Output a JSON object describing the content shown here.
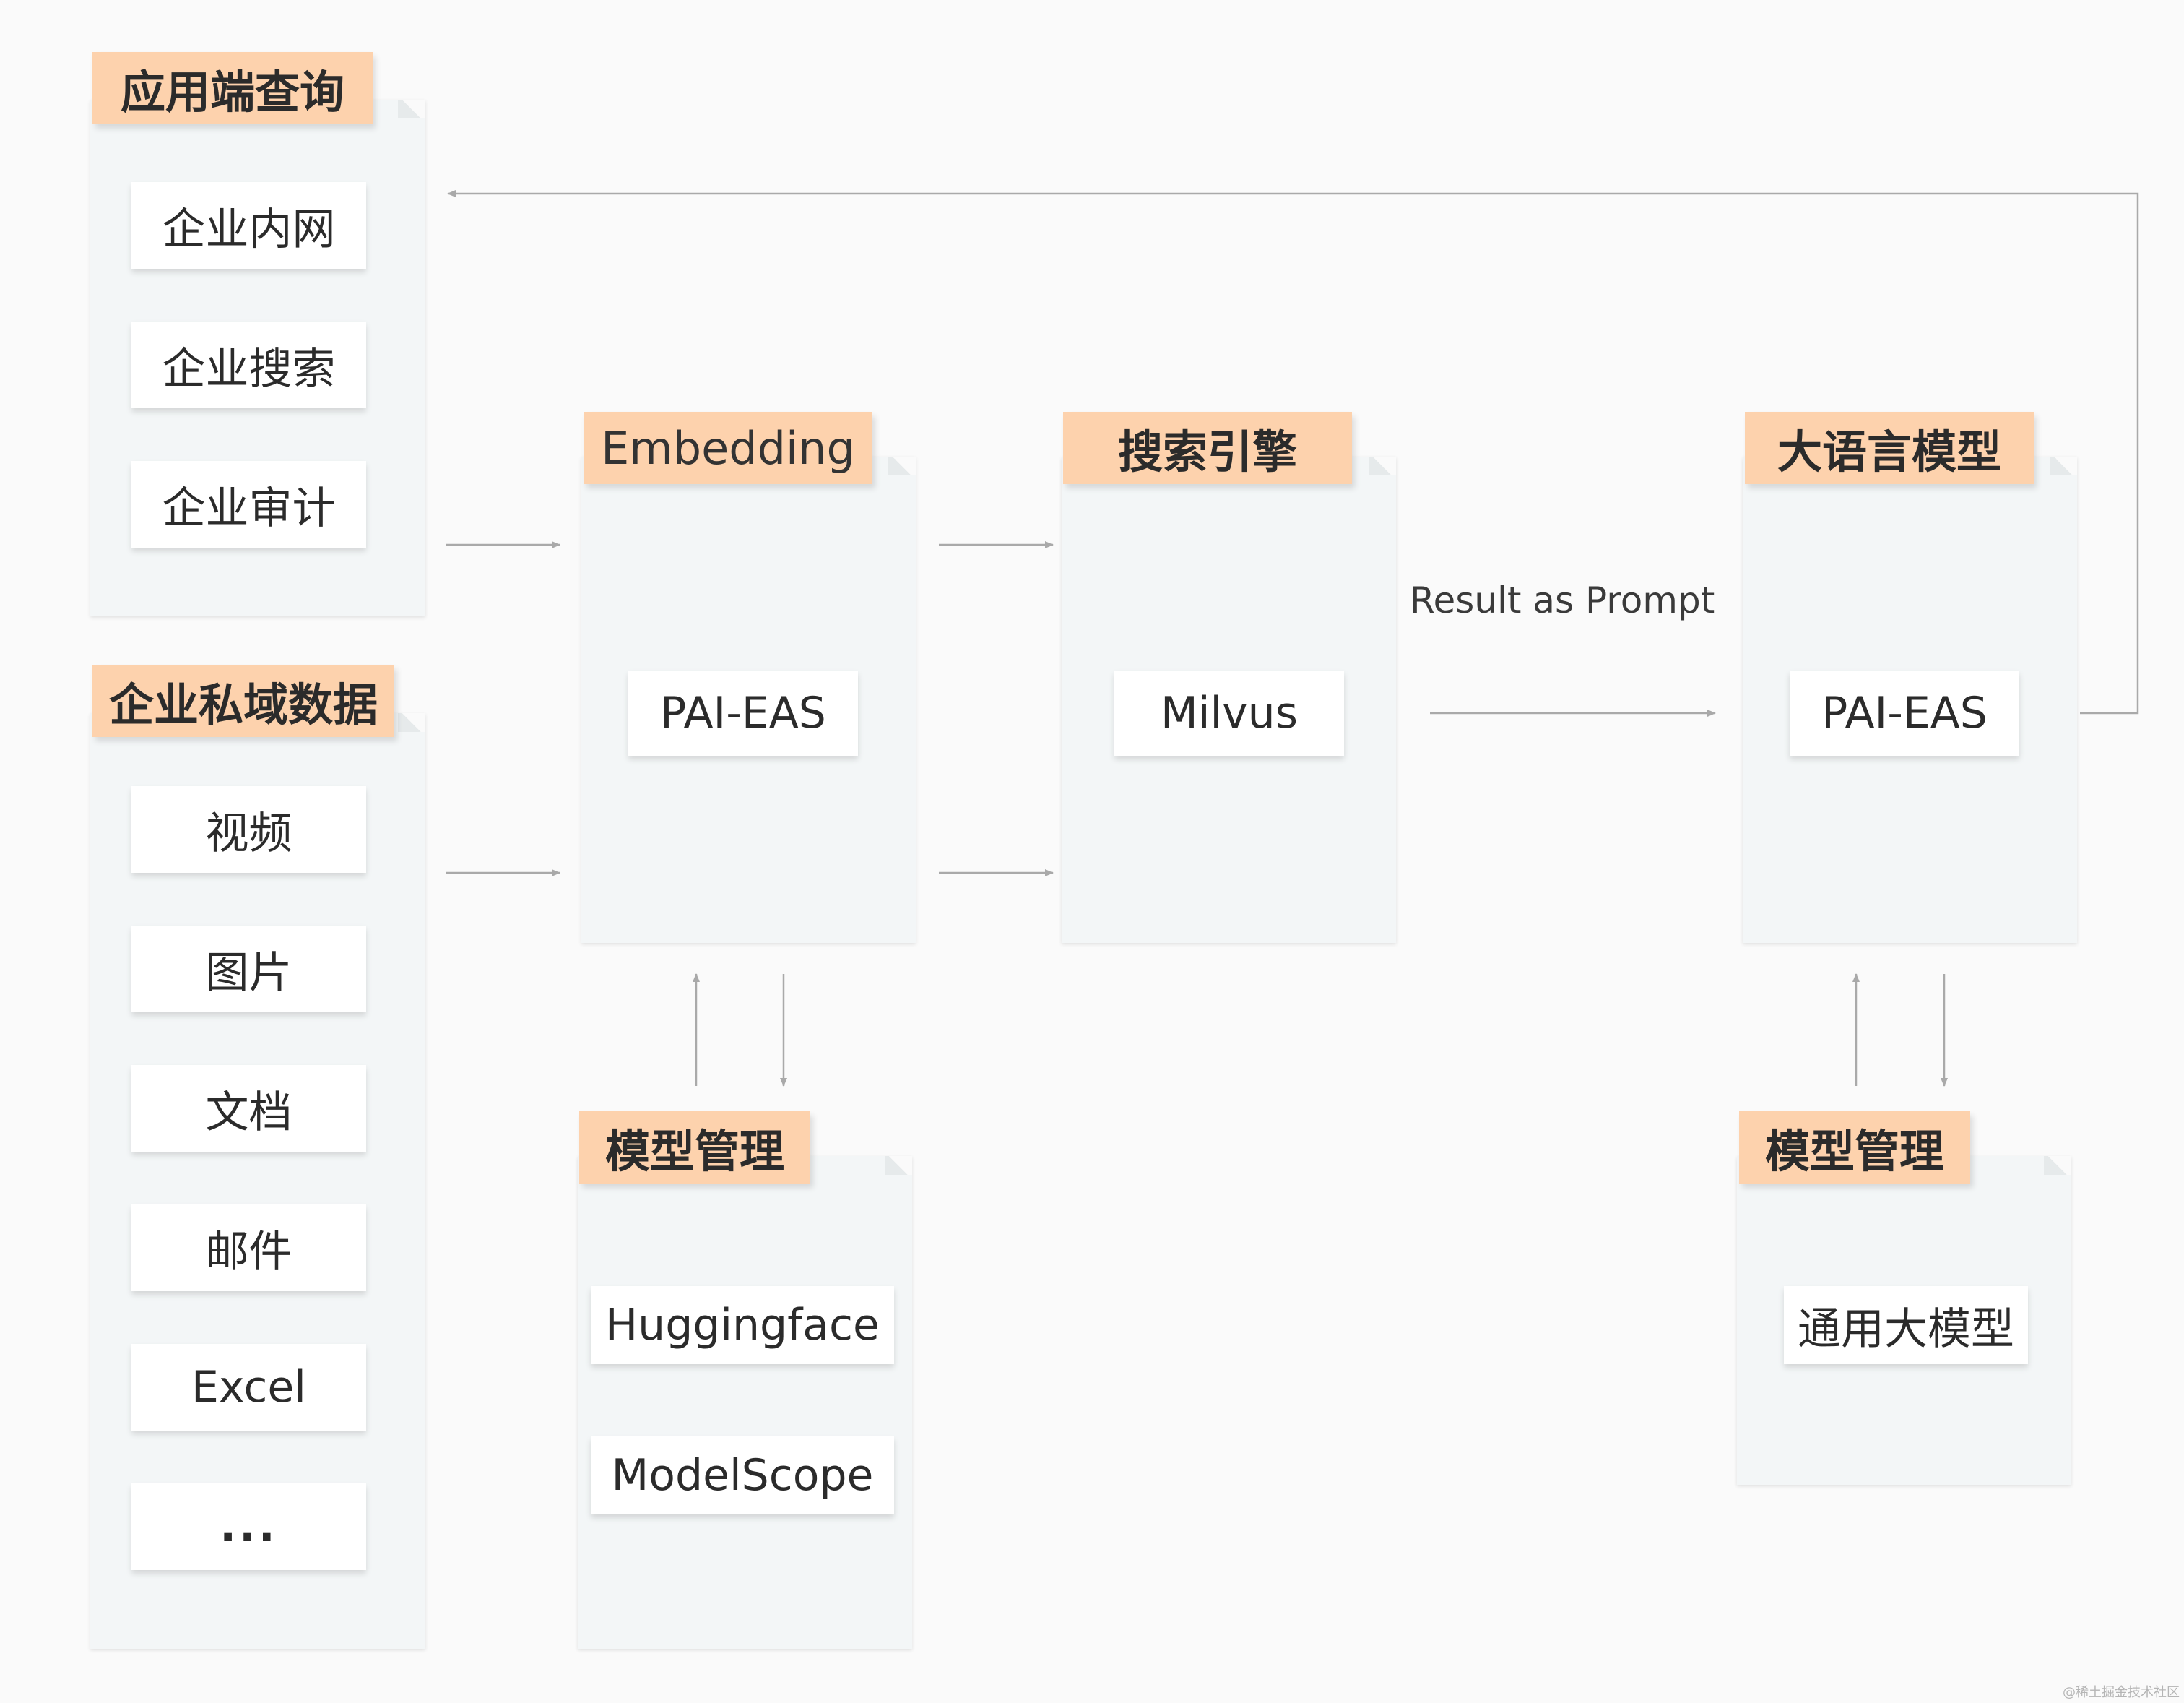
{
  "colors": {
    "tag_fill": "#fdd2ad",
    "panel_fill": "#f3f6f7",
    "card_fill": "#ffffff",
    "arrow": "#a9a9a9",
    "text": "#2b2b2b"
  },
  "app_query": {
    "title": "应用端查询",
    "items": [
      "企业内网",
      "企业搜索",
      "企业审计"
    ]
  },
  "private_data": {
    "title": "企业私域数据",
    "items": [
      "视频",
      "图片",
      "文档",
      "邮件",
      "Excel",
      "..."
    ]
  },
  "embedding": {
    "title": "Embedding",
    "card": "PAI-EAS"
  },
  "search_engine": {
    "title": "搜索引擎",
    "card": "Milvus"
  },
  "llm": {
    "title": "大语言模型",
    "card": "PAI-EAS"
  },
  "model_mgmt_left": {
    "title": "模型管理",
    "items": [
      "Huggingface",
      "ModelScope"
    ]
  },
  "model_mgmt_right": {
    "title": "模型管理",
    "items": [
      "通用大模型"
    ]
  },
  "flow_label": "Result as Prompt",
  "watermark": "@稀土掘金技术社区"
}
